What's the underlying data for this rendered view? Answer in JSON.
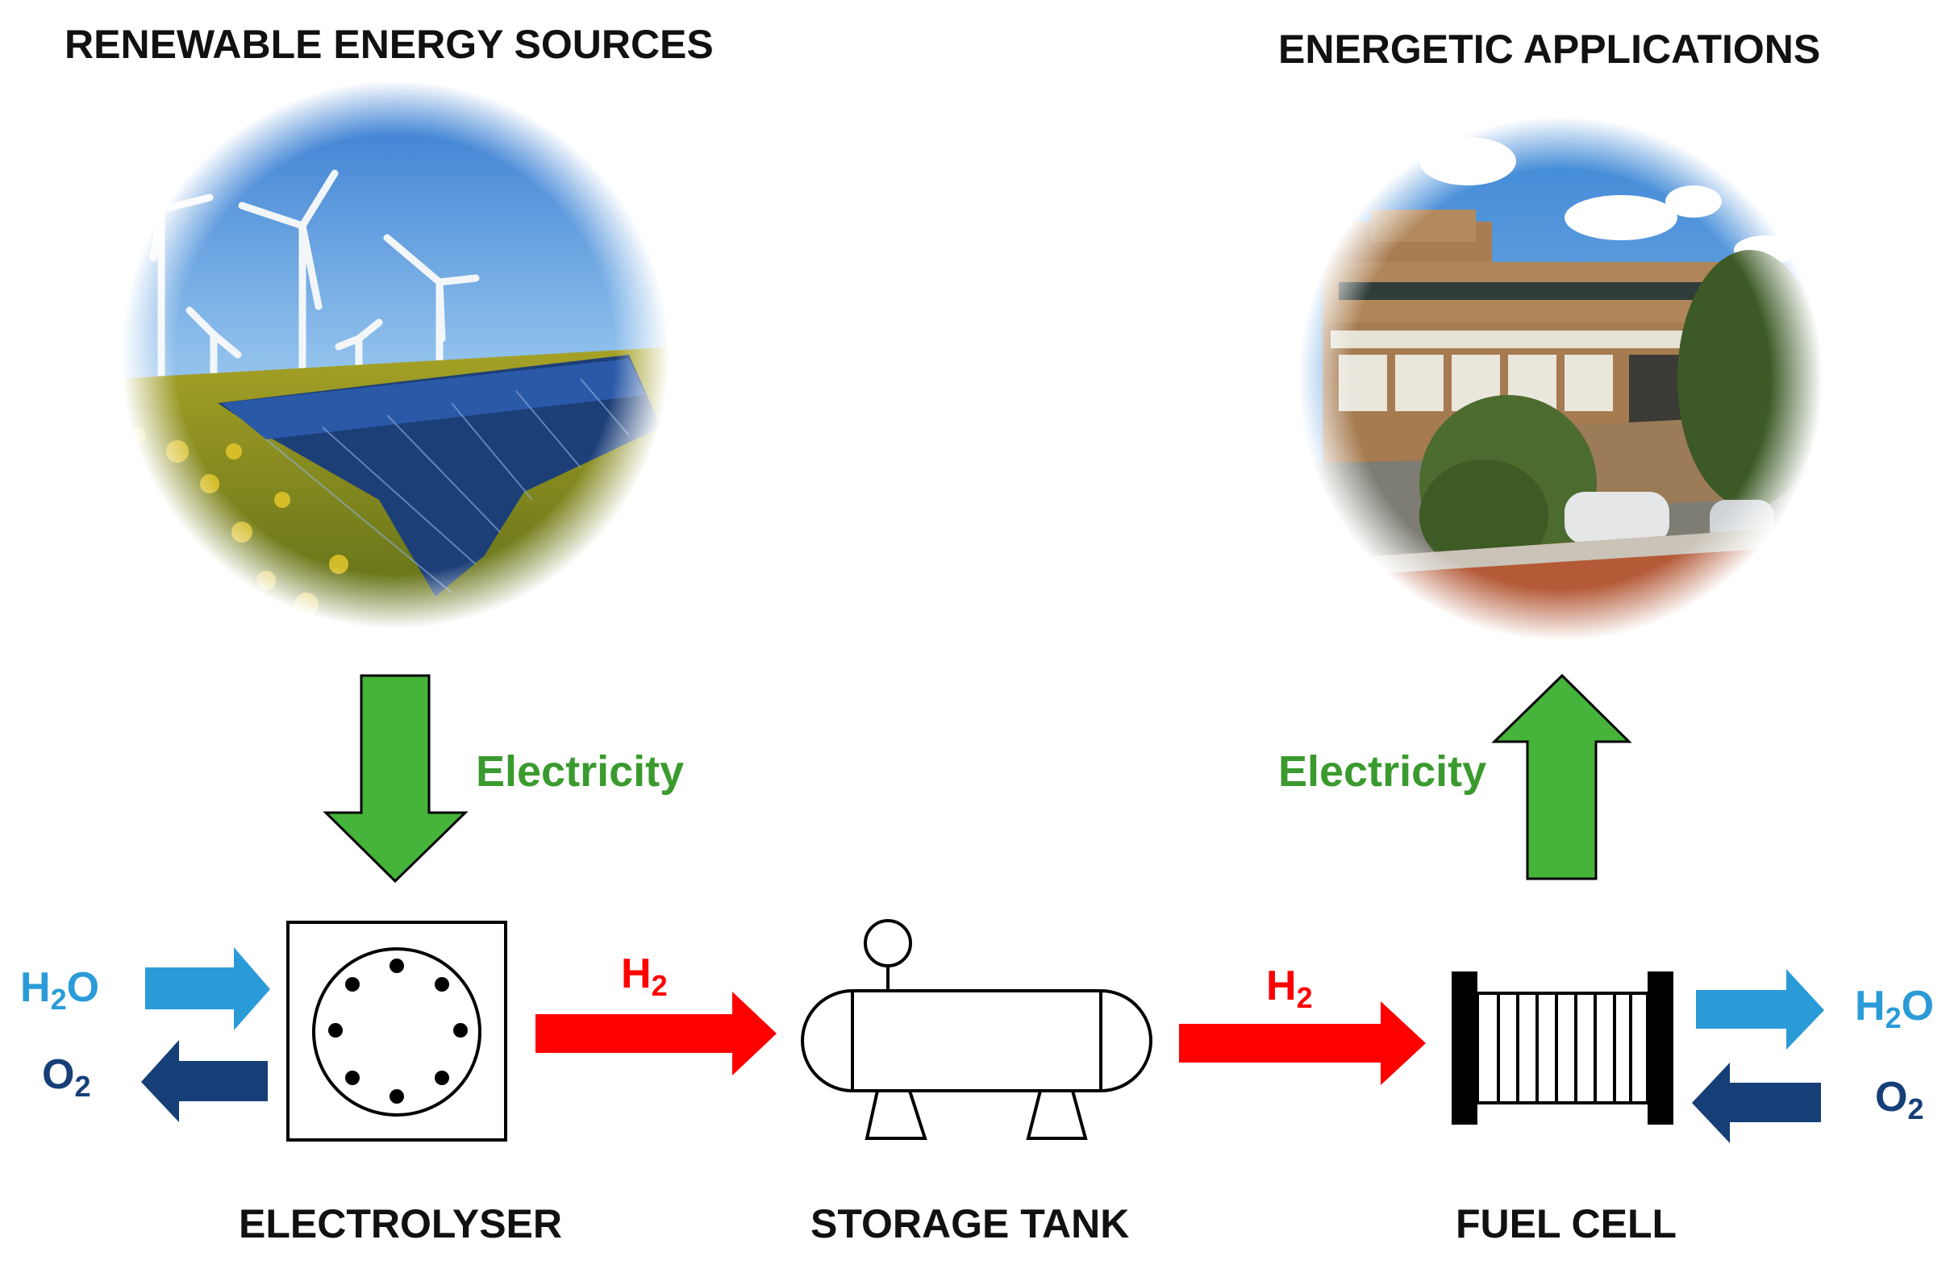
{
  "titles": {
    "sources": "RENEWABLE ENERGY SOURCES",
    "applications": "ENERGETIC APPLICATIONS"
  },
  "labels": {
    "electrolyser": "ELECTROLYSER",
    "storage_tank": "STORAGE TANK",
    "fuel_cell": "FUEL CELL",
    "electricity_in": "Electricity",
    "electricity_out": "Electricity"
  },
  "chemicals": {
    "hydrogen": {
      "base": "H",
      "sub": "2"
    },
    "water": {
      "base": "H",
      "sub": "2",
      "tail": "O"
    },
    "oxygen": {
      "base": "O",
      "sub": "2"
    }
  },
  "colors": {
    "electricity": "#46b33a",
    "electricity_text": "#3a9a2e",
    "hydrogen": "#ff0000",
    "water": "#2b9bd8",
    "oxygen": "#163f78",
    "black": "#000000"
  }
}
